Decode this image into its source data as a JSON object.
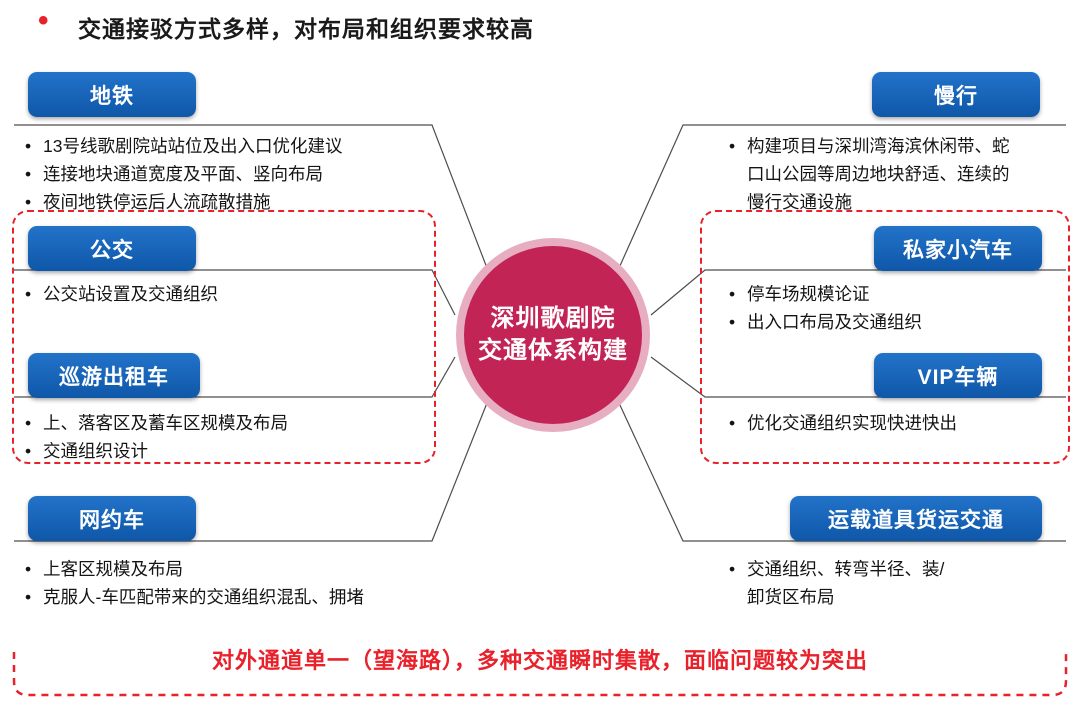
{
  "page": {
    "title": "交通接驳方式多样，对布局和组织要求较高",
    "bottom_note": "对外通道单一（望海路），多种交通瞬时集散，面临问题较为突出"
  },
  "icons": {
    "title_bullet": "•"
  },
  "center": {
    "line1": "深圳歌剧院",
    "line2": "交通体系构建"
  },
  "categories": {
    "left": [
      {
        "label": "地铁",
        "items": [
          "13号线歌剧院站站位及出入口优化建议",
          "连接地块通道宽度及平面、竖向布局",
          "夜间地铁停运后人流疏散措施"
        ]
      },
      {
        "label": "公交",
        "items": [
          "公交站设置及交通组织"
        ]
      },
      {
        "label": "巡游出租车",
        "items": [
          "上、落客区及蓄车区规模及布局",
          "交通组织设计"
        ]
      },
      {
        "label": "网约车",
        "items": [
          "上客区规模及布局",
          "克服人-车匹配带来的交通组织混乱、拥堵"
        ]
      }
    ],
    "right": [
      {
        "label": "慢行",
        "items": [
          "构建项目与深圳湾海滨休闲带、蛇口山公园等周边地块舒适、连续的慢行交通设施"
        ]
      },
      {
        "label": "私家小汽车",
        "items": [
          "停车场规模论证",
          "出入口布局及交通组织"
        ]
      },
      {
        "label": "VIP车辆",
        "items": [
          "优化交通组织实现快进快出"
        ]
      },
      {
        "label": "运载道具货运交通",
        "items": [
          "交通组织、转弯半径、装/卸货区布局"
        ]
      }
    ]
  },
  "colors": {
    "accent_blue": "#1663b8",
    "accent_red": "#e8212b",
    "center_crimson": "#c22456",
    "center_ring_pink": "#e7aec1",
    "text_black": "#141414"
  }
}
